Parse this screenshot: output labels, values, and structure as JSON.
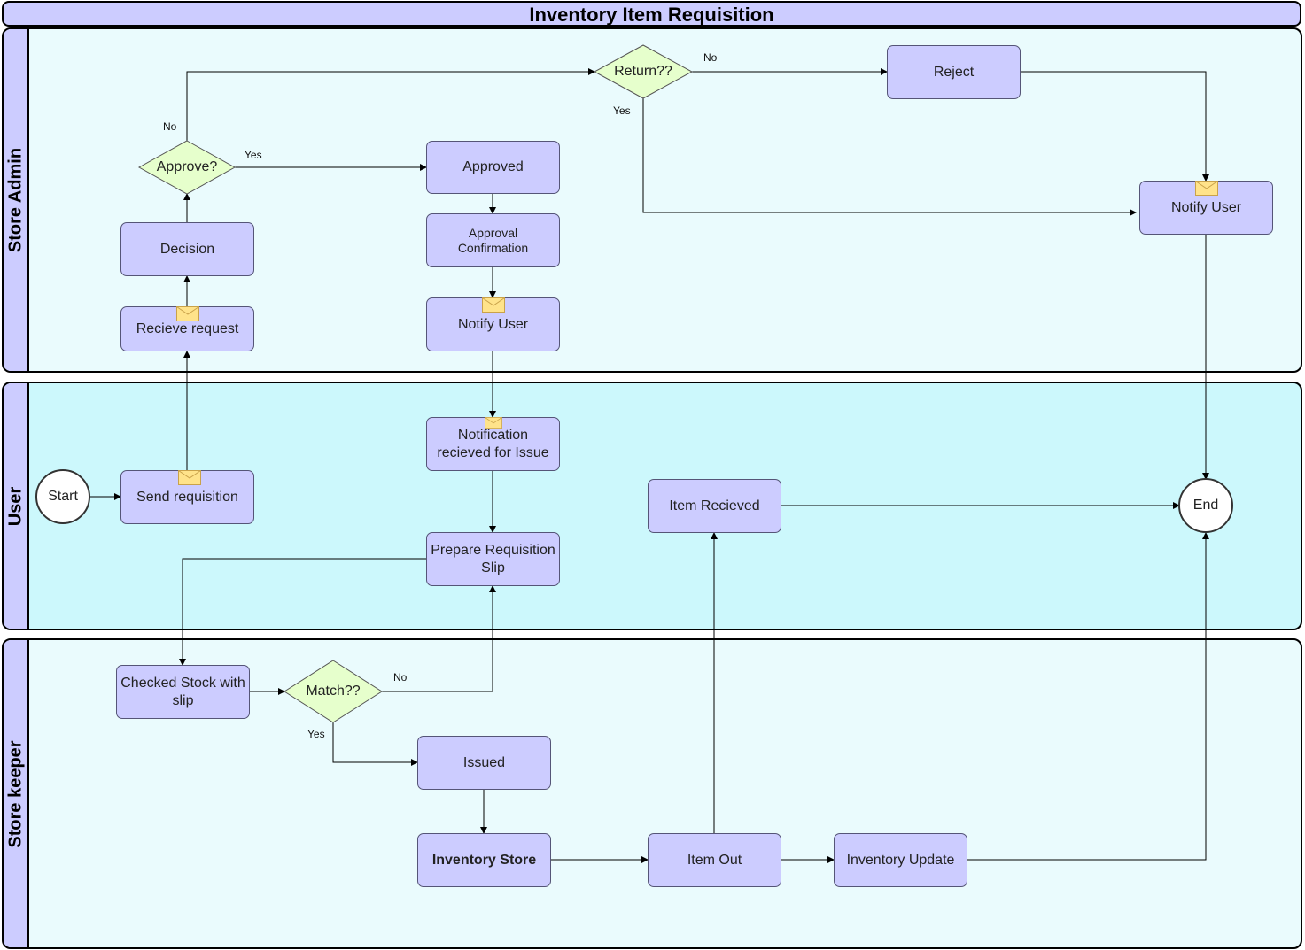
{
  "title": "Inventory Item Requisition",
  "lanes": {
    "admin": "Store Admin",
    "user": "User",
    "keeper": "Store keeper"
  },
  "nodes": {
    "start": "Start",
    "end": "End",
    "send_requisition": "Send requisition",
    "recieve_request": "Recieve request",
    "decision": "Decision",
    "approve": "Approve?",
    "approved": "Approved",
    "approval_confirmation": "Approval Confirmation",
    "notify_user_admin": "Notify User",
    "return": "Return??",
    "reject": "Reject",
    "notify_user_right": "Notify User",
    "notification_recieved": "Notification recieved for Issue",
    "prepare_slip": "Prepare Requisition Slip",
    "item_recieved": "Item Recieved",
    "checked_stock": "Checked Stock with slip",
    "match": "Match??",
    "issued": "Issued",
    "inventory_store": "Inventory Store",
    "item_out": "Item Out",
    "inventory_update": "Inventory Update"
  },
  "edge_labels": {
    "approve_no": "No",
    "approve_yes": "Yes",
    "return_no": "No",
    "return_yes": "Yes",
    "match_no": "No",
    "match_yes": "Yes"
  },
  "colors": {
    "task_fill": "#ccccff",
    "lane_admin_fill": "#eafbfd",
    "lane_user_fill": "#ccf8fc",
    "lane_keeper_fill": "#eafbfd",
    "gateway_fill": "#e6ffcc",
    "envelope_fill": "#ffe38a"
  }
}
